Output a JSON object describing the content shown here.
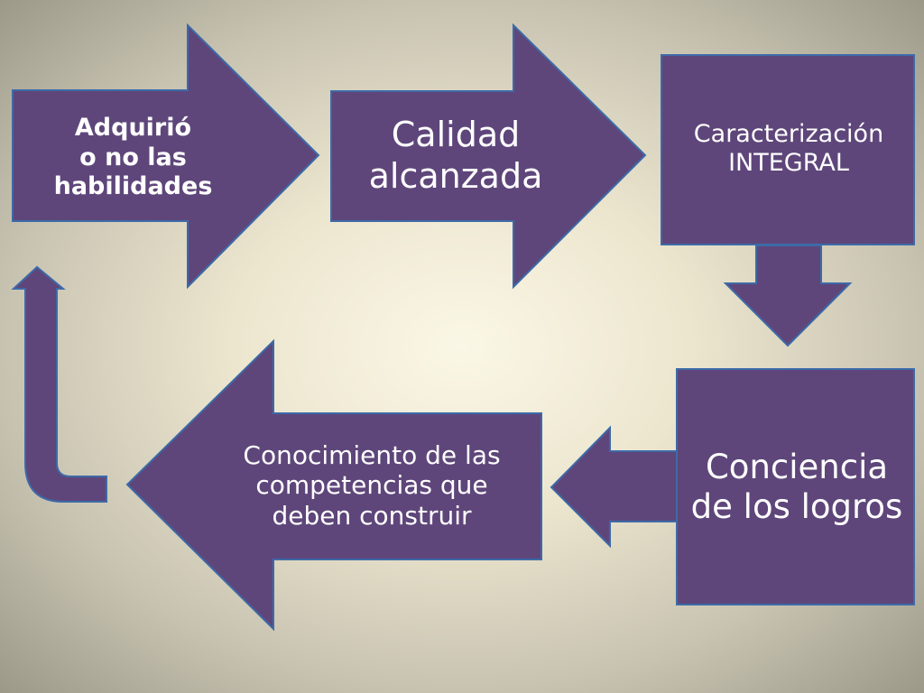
{
  "colors": {
    "shape_fill": "#5e467a",
    "shape_stroke": "#3d6aa8",
    "text": "#ffffff"
  },
  "nodes": [
    {
      "id": "n1",
      "label": "Adquirió\no no las\nhabilidades"
    },
    {
      "id": "n2",
      "label": "Calidad\nalcanzada"
    },
    {
      "id": "n3",
      "label": "Caracterización\nINTEGRAL"
    },
    {
      "id": "n4",
      "label": "Conciencia\nde los logros"
    },
    {
      "id": "n5",
      "label": "Conocimiento de las\ncompetencias que\ndeben construir"
    }
  ],
  "edges": [
    {
      "from": "n1",
      "to": "n2"
    },
    {
      "from": "n2",
      "to": "n3"
    },
    {
      "from": "n3",
      "to": "n4"
    },
    {
      "from": "n4",
      "to": "n5"
    },
    {
      "from": "n5",
      "to": "n1"
    }
  ]
}
